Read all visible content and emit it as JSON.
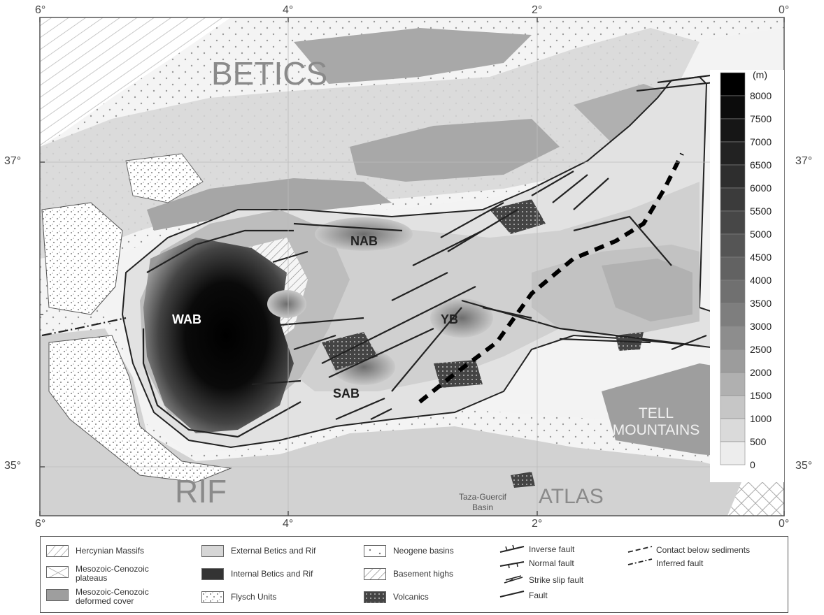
{
  "axes": {
    "lon_labels": [
      "6°",
      "4°",
      "2°",
      "0°"
    ],
    "lat_labels": [
      "37°",
      "35°"
    ]
  },
  "regions": {
    "betics": "BETICS",
    "rif": "RIF",
    "atlas": "ATLAS",
    "tell": "TELL MOUNTAINS",
    "taza": "Taza-Guercif Basin"
  },
  "basins": {
    "wab": "WAB",
    "nab": "NAB",
    "sab": "SAB",
    "yb": "YB"
  },
  "depth_scale": {
    "unit": "(m)",
    "values": [
      "8000",
      "7500",
      "7000",
      "6500",
      "6000",
      "5500",
      "5000",
      "4500",
      "4000",
      "3500",
      "3000",
      "2500",
      "2000",
      "1500",
      "1000",
      "500",
      "0"
    ]
  },
  "legend": {
    "hercynian": "Hercynian Massifs",
    "mesozoic_plateaus": "Mesozoic-Cenozoic plateaus",
    "mesozoic_deformed": "Mesozoic-Cenozoic deformed cover",
    "external": "External Betics and Rif",
    "internal": "Internal Betics and Rif",
    "flysch": "Flysch Units",
    "neogene": "Neogene basins",
    "basement": "Basement highs",
    "volcanics": "Volcanics",
    "inverse_fault": "Inverse fault",
    "normal_fault": "Normal fault",
    "strike_slip": "Strike slip fault",
    "fault": "Fault",
    "contact": "Contact below sediments",
    "inferred": "Inferred fault"
  }
}
